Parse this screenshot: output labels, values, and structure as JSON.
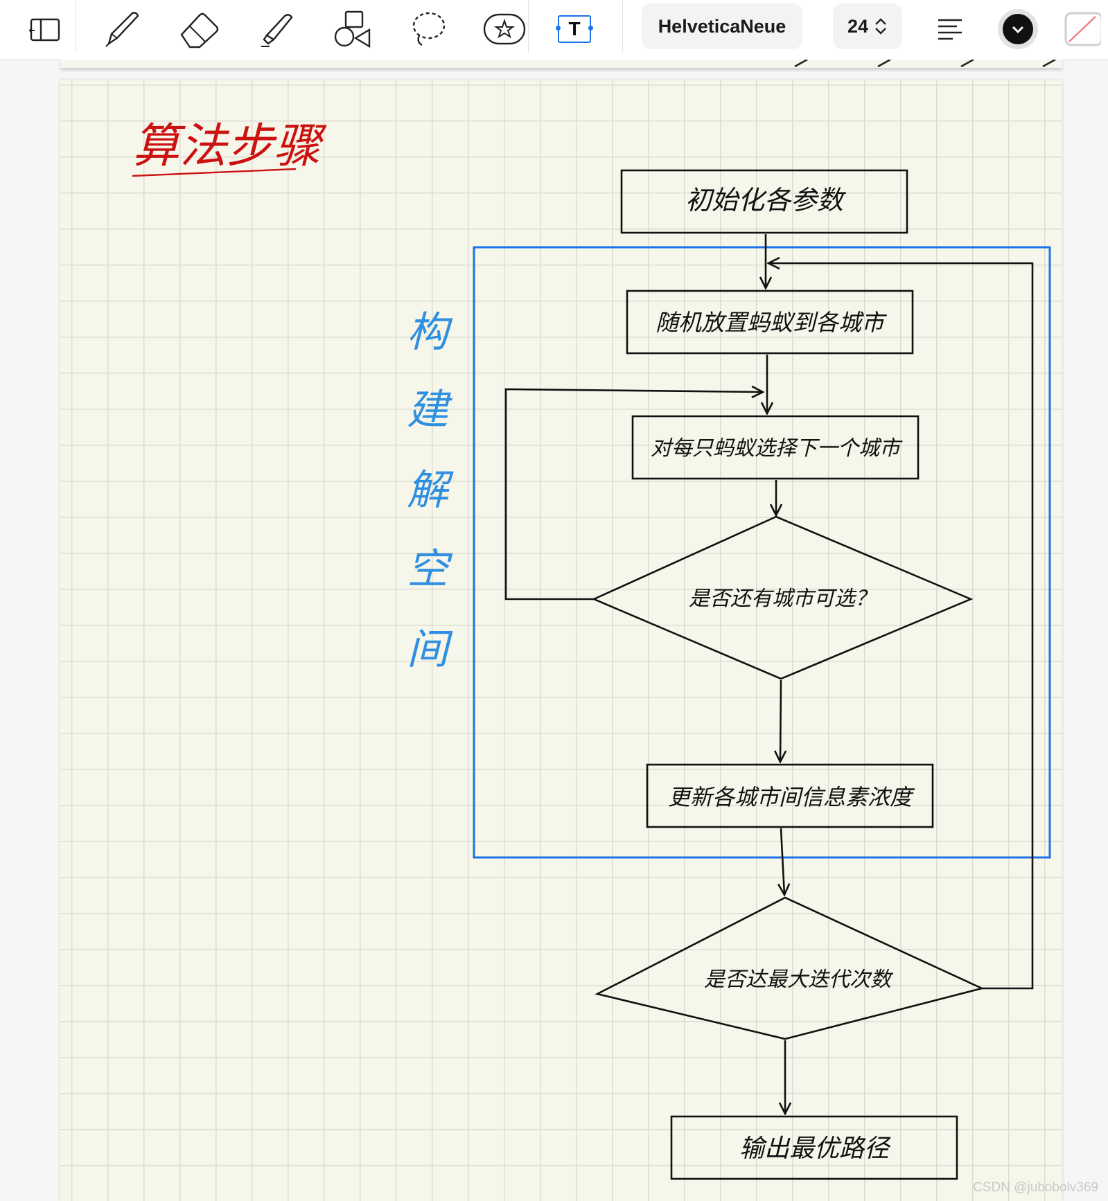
{
  "toolbar": {
    "font_name": "HelveticaNeue",
    "font_size": "24",
    "text_tool_glyph": "T",
    "icons": [
      "sidebar-icon",
      "pen-icon",
      "eraser-icon",
      "highlighter-icon",
      "shapes-icon",
      "lasso-icon",
      "sticker-icon",
      "text-tool-icon",
      "align-icon",
      "color-picker-icon",
      "no-fill-icon"
    ],
    "accent_color": "#1a73e8"
  },
  "note": {
    "title": "算法步骤",
    "title_color": "#cc1111",
    "side_chars": [
      "构",
      "建",
      "解",
      "空",
      "间"
    ],
    "side_color": "#2f8fe0"
  },
  "flowchart": {
    "nodes": [
      {
        "id": "init",
        "shape": "rectangle",
        "label": "初始化各参数"
      },
      {
        "id": "place",
        "shape": "rectangle",
        "label": "随机放置蚂蚁到各城市"
      },
      {
        "id": "choose",
        "shape": "rectangle",
        "label": "对每只蚂蚁选择下一个城市"
      },
      {
        "id": "more",
        "shape": "diamond",
        "label": "是否还有城市可选？"
      },
      {
        "id": "update",
        "shape": "rectangle",
        "label": "更新各城市间信息素浓度"
      },
      {
        "id": "maxiter",
        "shape": "diamond",
        "label": "是否达最大迭代次数"
      },
      {
        "id": "output",
        "shape": "rectangle",
        "label": "输出最优路径"
      }
    ],
    "edges": [
      {
        "from": "init",
        "to": "place"
      },
      {
        "from": "place",
        "to": "choose"
      },
      {
        "from": "choose",
        "to": "more"
      },
      {
        "from": "more",
        "to": "choose"
      },
      {
        "from": "more",
        "to": "update"
      },
      {
        "from": "update",
        "to": "maxiter"
      },
      {
        "from": "maxiter",
        "to": "place"
      },
      {
        "from": "maxiter",
        "to": "output"
      }
    ],
    "selection_color": "#1a73e8"
  },
  "watermark": "CSDN @jubobolv369"
}
